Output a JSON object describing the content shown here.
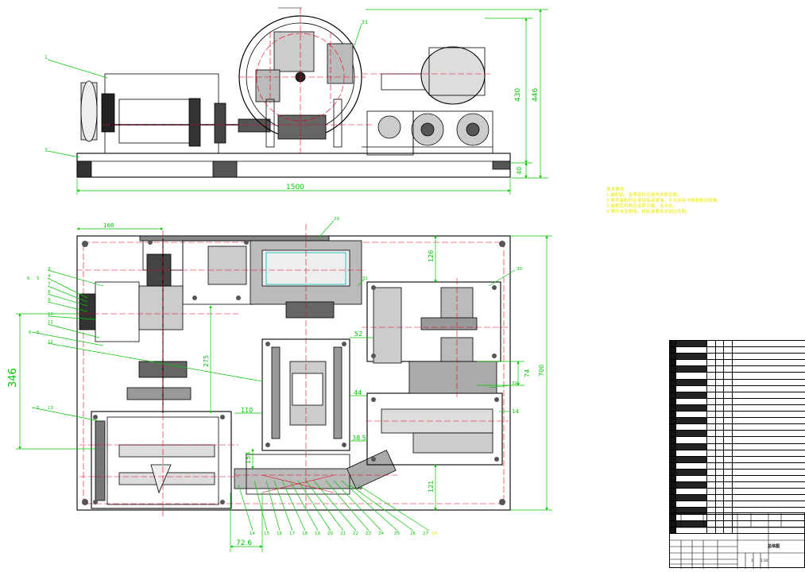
{
  "front_view": {
    "dim_total_length": "1500",
    "dim_height_430": "430",
    "dim_height_446": "446",
    "dim_base_40": "40",
    "balloons": [
      "1",
      "3",
      "33"
    ]
  },
  "top_view": {
    "dim_166": "166",
    "dim_275": "275",
    "dim_126": "126",
    "dim_52": "52",
    "dim_74": "74",
    "dim_700": "700",
    "dim_44": "44",
    "dim_110": "110",
    "dim_385": "38.5",
    "dim_153": "153",
    "dim_121": "121",
    "dim_726": "72.6",
    "dim_346": "346",
    "left_balloons": [
      "3",
      "4",
      "5",
      "6",
      "7",
      "8",
      "9",
      "10",
      "11",
      "6",
      "5",
      "5",
      "12",
      "13"
    ],
    "bottom_balloons": [
      "14",
      "15",
      "16",
      "17",
      "18",
      "19",
      "20",
      "21",
      "22",
      "23",
      "24",
      "25",
      "26",
      "27",
      "28"
    ],
    "right_balloons": [
      "29",
      "30",
      "31",
      "32",
      "14"
    ]
  },
  "technical_notes": {
    "title": "技术要求",
    "lines": [
      "1.装配前，各零部件应清洗去除杂质。",
      "2.零件装配时必须涂有润滑油，不允许有卡阻和松动现象。",
      "3.装配后机构应运转平稳，无冲击。",
      "4.零件未注倒角，按标准要求去锐边毛刺。"
    ]
  },
  "title_block": {
    "drawing_title": "总体图",
    "scale": "1:10",
    "sheet": "1"
  },
  "colors": {
    "outline": "#000000",
    "centerline": "#e8001c",
    "dimension": "#00c800",
    "notes": "#e8e800",
    "magenta": "#d000d0",
    "cyan": "#00b8b8"
  }
}
